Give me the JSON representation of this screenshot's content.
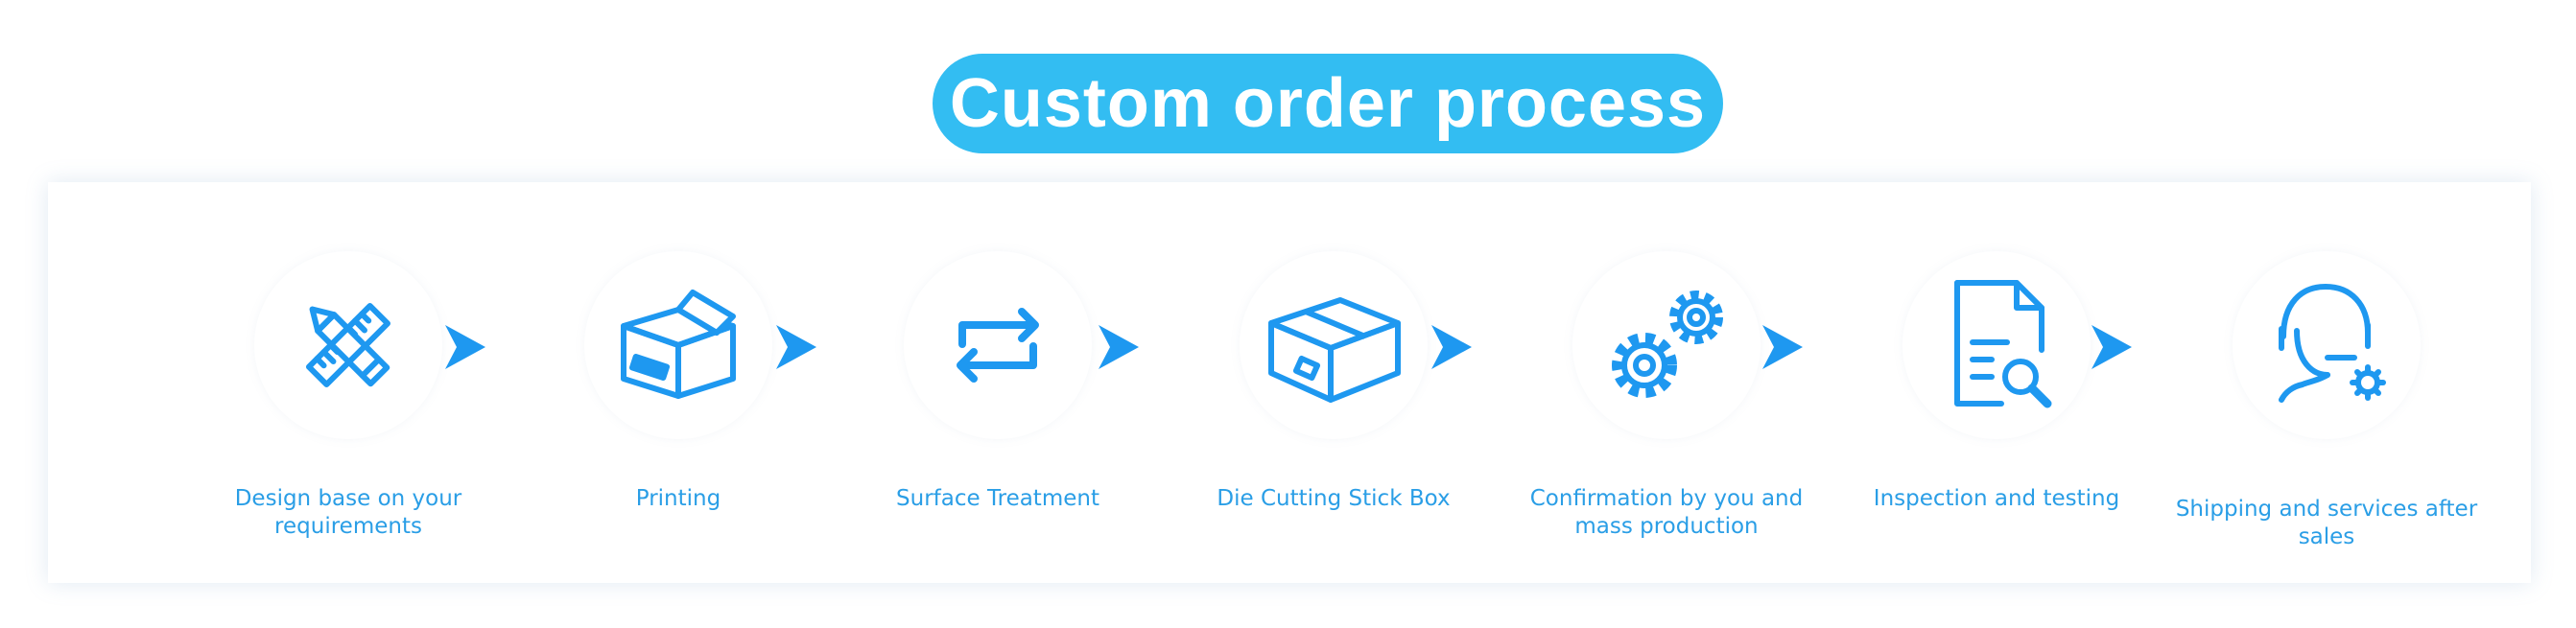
{
  "header": {
    "title": "Custom order process"
  },
  "colors": {
    "accent": "#33bdf2",
    "icon": "#1e98f0",
    "label": "#2a9ee6"
  },
  "steps": [
    {
      "label": "Design base on your requirements",
      "icon": "ruler-pencil-icon"
    },
    {
      "label": "Printing",
      "icon": "open-box-icon"
    },
    {
      "label": "Surface Treatment",
      "icon": "repeat-arrows-icon"
    },
    {
      "label": "Die Cutting Stick Box",
      "icon": "closed-box-icon"
    },
    {
      "label": "Confirmation by you and mass production",
      "icon": "gears-icon"
    },
    {
      "label": "Inspection and testing",
      "icon": "document-search-icon"
    },
    {
      "label": "Shipping and services after sales",
      "icon": "customer-service-icon"
    }
  ]
}
